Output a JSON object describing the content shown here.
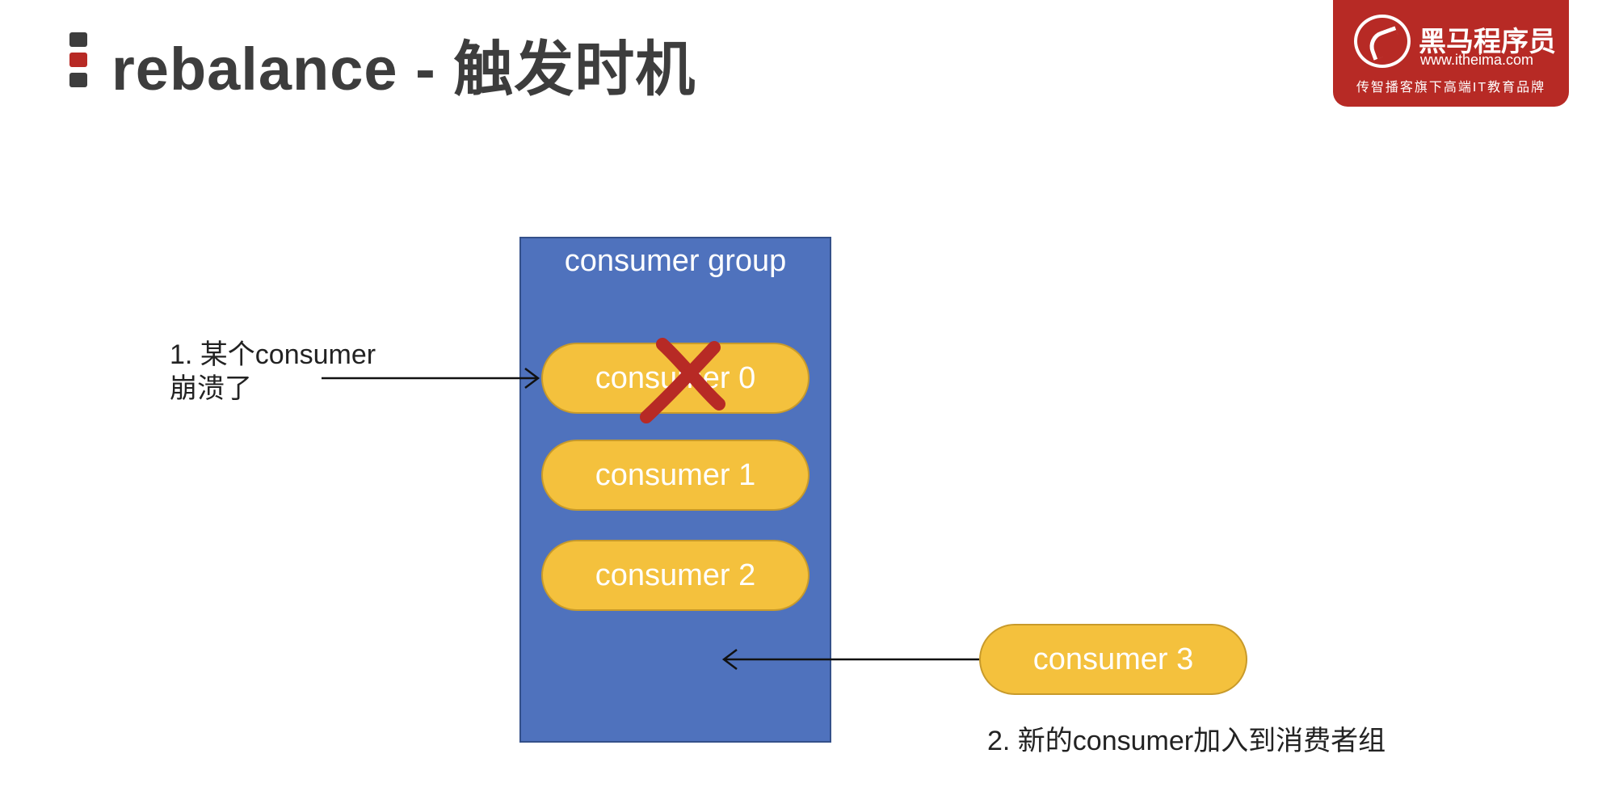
{
  "header": {
    "title": "rebalance - 触发时机"
  },
  "logo": {
    "name": "黑马程序员",
    "url": "www.itheima.com",
    "slogan": "传智播客旗下高端IT教育品牌"
  },
  "diagram": {
    "group_label": "consumer group",
    "consumers": [
      "consumer 0",
      "consumer 1",
      "consumer 2"
    ],
    "new_consumer": "consumer 3",
    "note1_line1": "1. 某个consumer",
    "note1_line2": "崩溃了",
    "note2": "2. 新的consumer加入到消费者组"
  },
  "colors": {
    "group": "#4f72bd",
    "consumer": "#f4c13d",
    "crash_mark": "#b72a25",
    "brand": "#b72a25"
  }
}
